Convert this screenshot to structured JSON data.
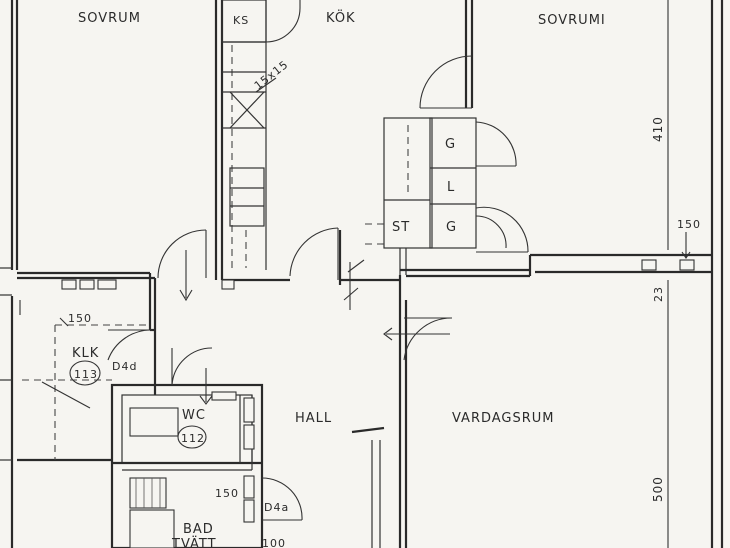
{
  "rooms": {
    "sovrum_1": "SOVRUM",
    "kok": "KÖK",
    "ks": "KS",
    "sovrum_2": "SOVRUMI",
    "klk": "KLK",
    "klk_num": "113",
    "d4d": "D4d",
    "wc": "WC",
    "wc_num": "112",
    "hall": "HALL",
    "vardagsrum": "VARDAGSRUM",
    "bad": "BAD",
    "tvatt": "TVÄTT",
    "d4a": "D4a"
  },
  "fixtures": {
    "g1": "G",
    "l": "L",
    "g2": "G",
    "st": "ST",
    "vent": "15x15"
  },
  "dimensions": {
    "d410": "410",
    "d150_right": "150",
    "d23": "23",
    "d500": "500",
    "d150_klk": "150",
    "d150_bad": "150",
    "d100": "100"
  }
}
